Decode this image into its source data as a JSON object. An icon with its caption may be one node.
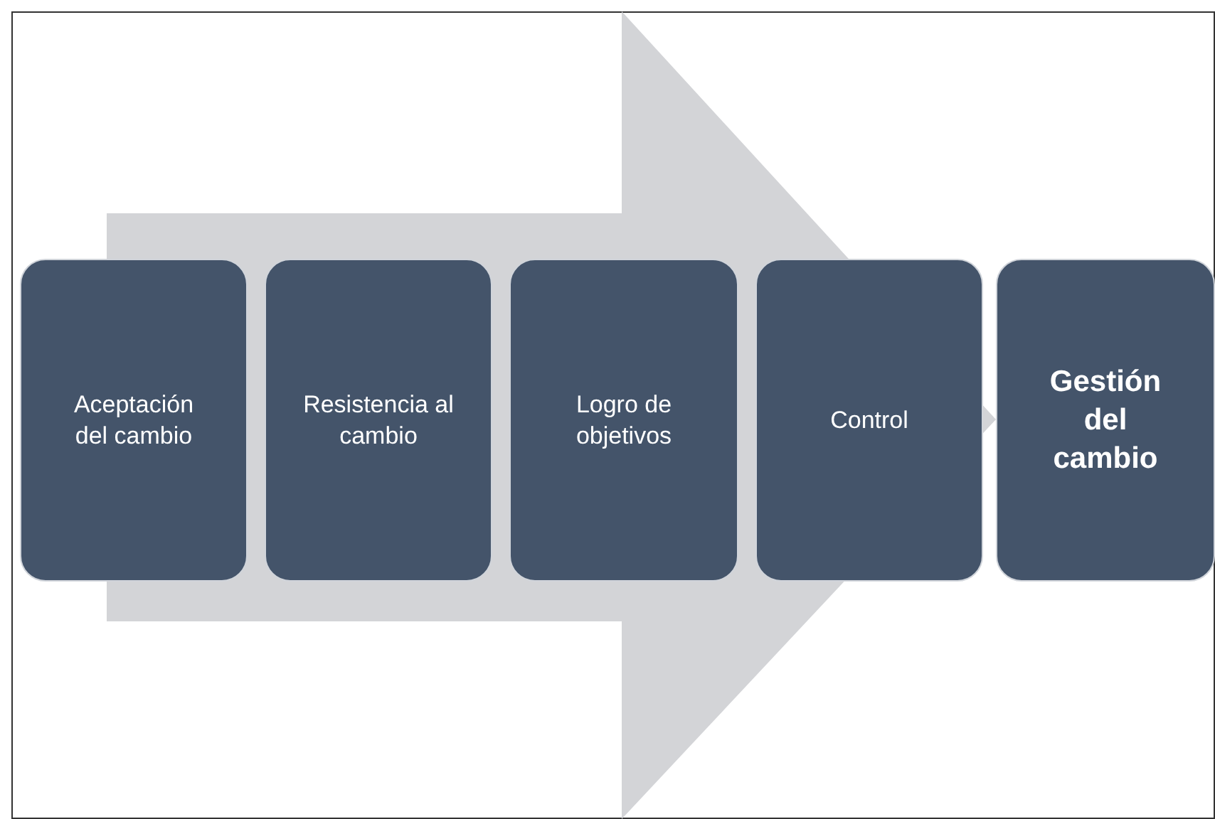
{
  "diagram": {
    "nodes": [
      {
        "text": [
          "Aceptación del cambio"
        ]
      },
      {
        "text": [
          "Resistencia al cambio"
        ]
      },
      {
        "text": [
          "Logro de objetivos"
        ]
      },
      {
        "text": [
          "Control"
        ]
      },
      {
        "text": [
          "Gestión del cambio"
        ]
      }
    ],
    "edges": [
      {
        "from": 0,
        "to": 4,
        "arrow": "to"
      }
    ]
  }
}
